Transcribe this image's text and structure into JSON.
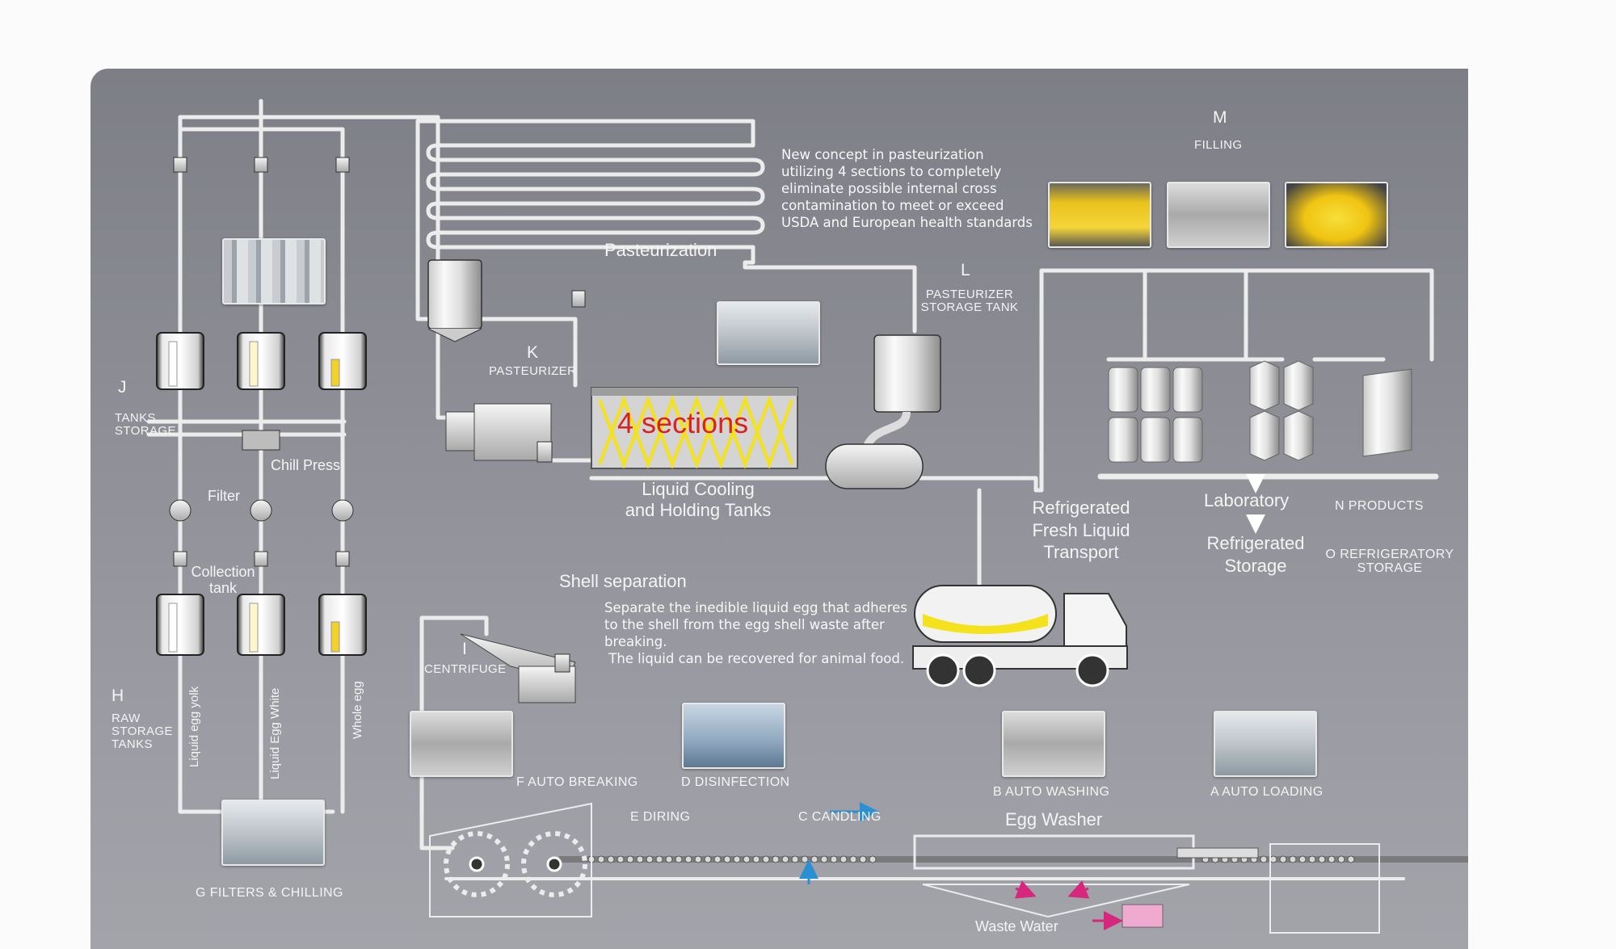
{
  "labels": {
    "j_letter": "J",
    "tanks_storage": "TANKS\nSTORAGE",
    "chill_press": "Chill Press",
    "filter": "Filter",
    "collection_tank": "Collection\ntank",
    "h_letter": "H",
    "raw_storage": "RAW\nSTORAGE\nTANKS",
    "liquid_egg_yolk": "Liquid egg yolk",
    "liquid_egg_white": "Liquid Egg White",
    "whole_egg": "Whole egg",
    "g_filters": "G FILTERS & CHILLING",
    "k_letter": "K",
    "pasteurizer": "PASTEURIZER",
    "pasteurization": "Pasteurization",
    "new_concept": "New concept in pasteurization\nutilizing 4 sections to completely\neliminate possible internal cross\ncontamination to meet or exceed\nUSDA and European health standards",
    "four_sections": "4 sections",
    "liquid_cooling": "Liquid Cooling\nand Holding Tanks",
    "l_letter": "L",
    "pasteurizer_storage": "PASTEURIZER\nSTORAGE TANK",
    "m_letter": "M",
    "filling": "FILLING",
    "refrigerated_transport": "Refrigerated\nFresh Liquid\nTransport",
    "laboratory": "Laboratory",
    "refrigerated_storage": "Refrigerated\nStorage",
    "n_products": "N PRODUCTS",
    "o_refrig": "O REFRIGERATORY\nSTORAGE",
    "shell_separation": "Shell separation",
    "shell_text": "Separate the inedible liquid egg that adheres\nto the shell from the egg shell waste after\nbreaking.\n The liquid can be recovered for animal food.",
    "i_letter": "I",
    "centrifuge": "CENTRIFUGE",
    "f_auto_breaking": "F AUTO BREAKING",
    "d_disinfection": "D DISINFECTION",
    "b_auto_washing": "B AUTO WASHING",
    "a_auto_loading": "A AUTO LOADING",
    "e_diring": "E DIRING",
    "c_candling": "C CANDLING",
    "egg_washer": "Egg Washer",
    "waste_water": "Waste Water"
  },
  "colors": {
    "pipe": "#e9e9eb",
    "yellow": "#f3e21c",
    "red_text": "#d8221f",
    "arrow_blue": "#2a8fd3",
    "arrow_magenta": "#d6267e"
  }
}
